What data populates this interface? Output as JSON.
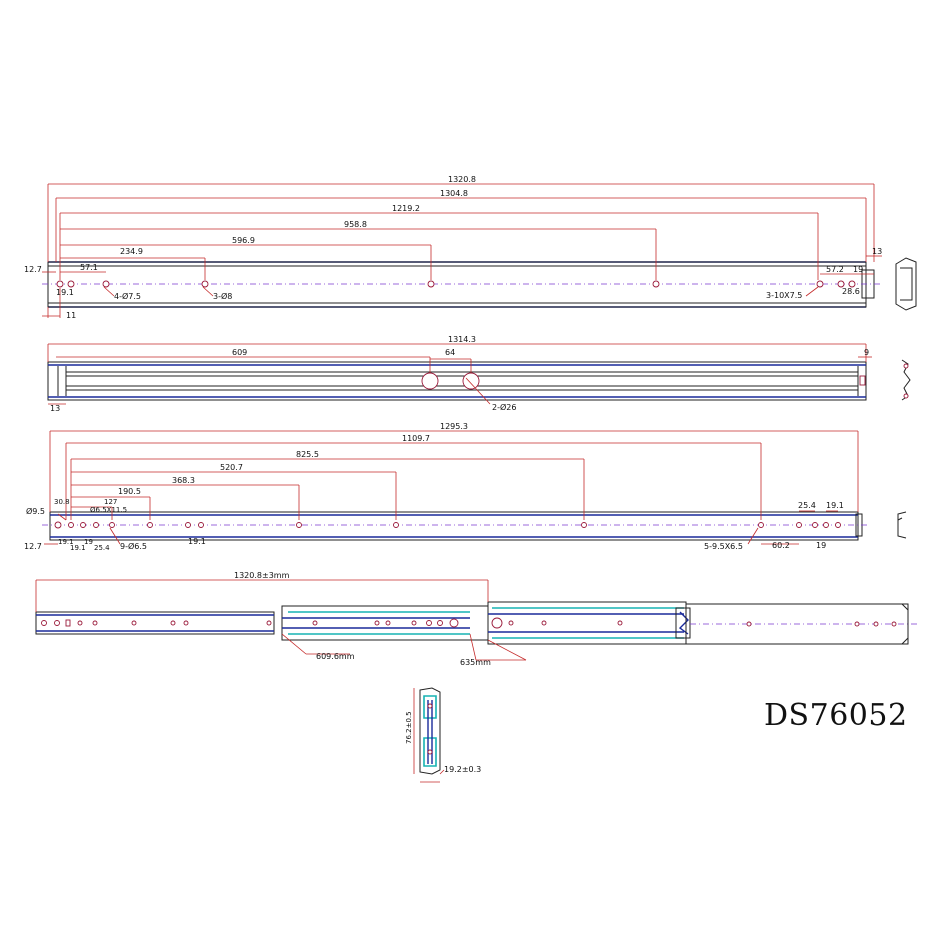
{
  "model": "DS76052",
  "view1": {
    "dims": [
      "1320.8",
      "1304.8",
      "1219.2",
      "958.8",
      "596.9",
      "234.9",
      "12.7",
      "57.1",
      "4-Ø7.5",
      "3-Ø8",
      "57.2",
      "19",
      "13",
      "3-10X7.5",
      "28.6",
      "19.1",
      "11"
    ]
  },
  "view2": {
    "dims": [
      "1314.3",
      "609",
      "64",
      "9",
      "13",
      "2-Ø26"
    ]
  },
  "view3": {
    "dims": [
      "1295.3",
      "1109.7",
      "825.5",
      "520.7",
      "368.3",
      "190.5",
      "127",
      "30.8",
      "Ø9.5",
      "Ø6.5X11.5",
      "25.4",
      "19.1",
      "12.7",
      "19.1",
      "19.1",
      "19",
      "25.4",
      "9-Ø6.5",
      "19.1",
      "5-9.5X6.5",
      "60.2",
      "19"
    ]
  },
  "view4": {
    "dims": [
      "1320.8±3mm",
      "609.6mm",
      "635mm"
    ]
  },
  "section": {
    "dims": [
      "76.2±0.5",
      "19.2±0.3"
    ]
  }
}
